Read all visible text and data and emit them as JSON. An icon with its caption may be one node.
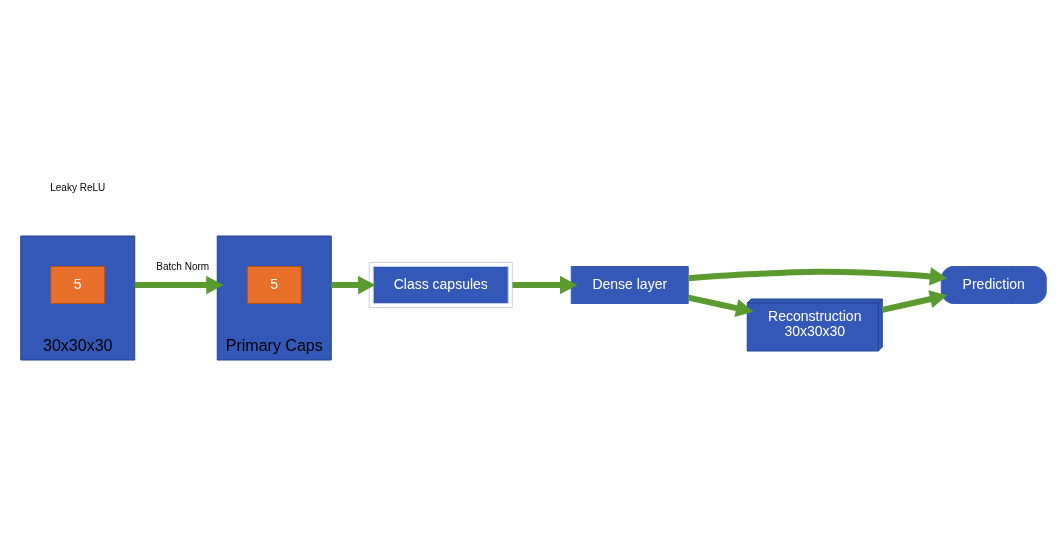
{
  "diagram": {
    "nodes": [
      {
        "text": [],
        "shape": "box",
        "beside": [
          "30x30x30"
        ]
      },
      {
        "text": [
          "5"
        ],
        "in": 0
      },
      {
        "text": [],
        "shape": "box",
        "beside": [
          "Primary Caps"
        ]
      },
      {
        "text": [
          "5"
        ],
        "in": 2
      },
      {
        "text": [
          "Class capsules"
        ]
      },
      {
        "text": [
          "Dense layer"
        ]
      },
      {
        "text": [
          "Prediction"
        ]
      },
      {
        "text": [
          "Reconstruction",
          "30x30x30"
        ]
      }
    ],
    "edges": [
      {
        "from": 0,
        "to": 2,
        "arrow": "to",
        "label": "Batch Norm"
      },
      {
        "from": 2,
        "to": 4,
        "arrow": "to"
      },
      {
        "from": 4,
        "to": 5,
        "arrow": "to"
      },
      {
        "from": 5,
        "to": 6,
        "arrow": "to"
      },
      {
        "from": 5,
        "to": 7,
        "arrow": "to"
      },
      {
        "from": 7,
        "to": 6,
        "arrow": "to"
      }
    ],
    "labels": [
      "Leaky ReLU"
    ]
  }
}
